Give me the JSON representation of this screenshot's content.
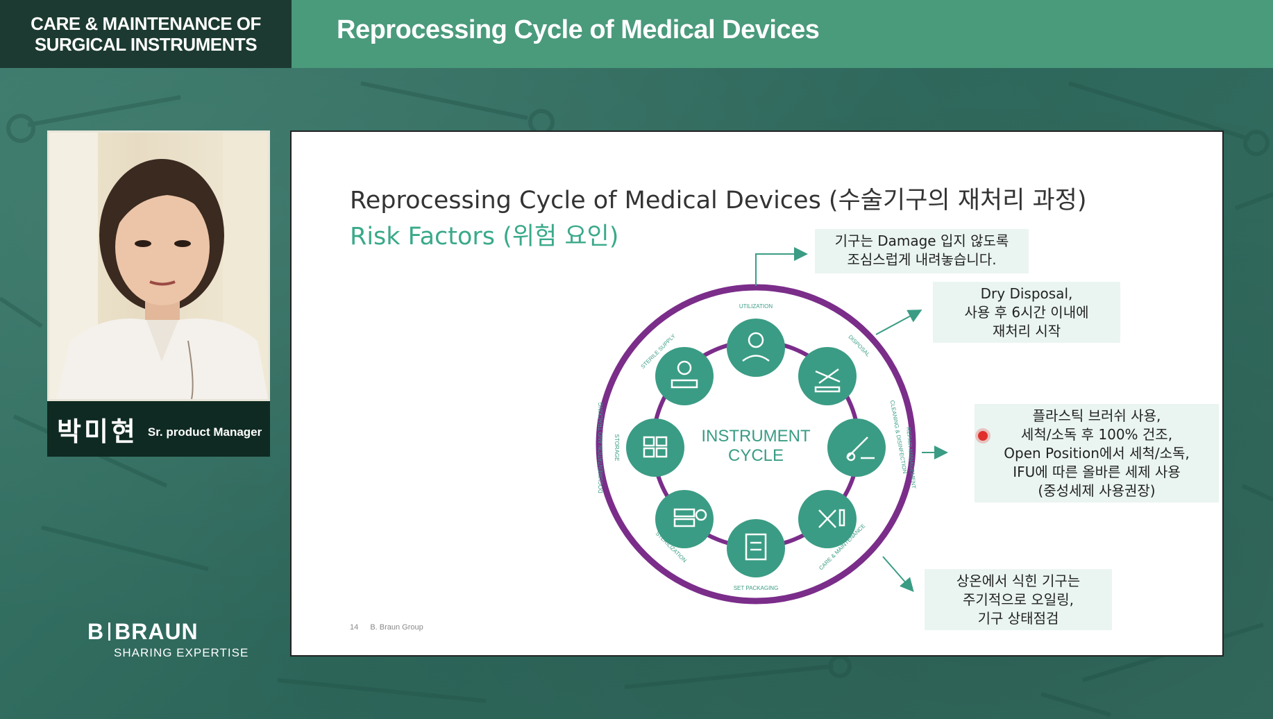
{
  "broadcast": {
    "course_title_line1": "CARE & MAINTENANCE OF",
    "course_title_line2": "SURGICAL INSTRUMENTS",
    "session_title": "Reprocessing Cycle of Medical Devices"
  },
  "presenter": {
    "name": "박미현",
    "role": "Sr. product Manager"
  },
  "branding": {
    "logo_left": "B",
    "logo_right": "BRAUN",
    "tagline": "SHARING EXPERTISE"
  },
  "slide": {
    "title": "Reprocessing Cycle of Medical Devices (수술기구의 재처리 과정)",
    "subtitle": "Risk Factors (위험 요인)",
    "center_label_line1": "INSTRUMENT",
    "center_label_line2": "CYCLE",
    "ring_labels": {
      "utilization": "UTILIZATION",
      "disposal": "DISPOSAL",
      "cleaning": "CLEANING & DISINFECTION",
      "repair": "REPAIR MANAGEMENT",
      "care": "CARE & MAINTENANCE",
      "set_packaging": "SET PACKAGING",
      "sterilization": "STERILIZATION",
      "storage": "STORAGE",
      "documentation": "DOCUMENTATION AND TRACKING",
      "sterile_supply": "STERILE SUPPLY"
    },
    "notes": {
      "utilization": [
        "기구는 Damage 입지 않도록",
        "조심스럽게 내려놓습니다."
      ],
      "disposal": [
        "Dry Disposal,",
        "사용 후 6시간 이내에",
        "재처리 시작"
      ],
      "cleaning": [
        "플라스틱 브러쉬 사용,",
        "세척/소독 후 100% 건조,",
        "Open Position에서 세척/소독,",
        "IFU에 따른 올바른 세제 사용",
        "(중성세제 사용권장)"
      ],
      "care": [
        "상온에서 식힌 기구는",
        "주기적으로 오일링,",
        "기구 상태점검"
      ]
    },
    "page_number": "14",
    "footer_org": "B. Braun Group"
  },
  "colors": {
    "header_green": "#4a9a7c",
    "header_dark": "#1c3a31",
    "cycle_teal": "#3a9c84",
    "ring_purple": "#7b2d8a",
    "subtitle_green": "#3aa98a",
    "note_bg": "#eaf5f1"
  }
}
